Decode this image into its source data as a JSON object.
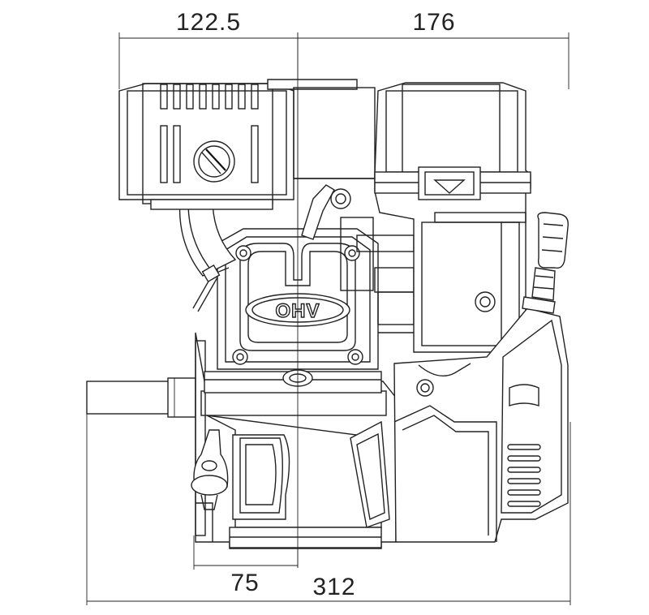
{
  "dimensions": {
    "top_left": "122.5",
    "top_right": "176",
    "bottom_inner": "75",
    "bottom_overall": "312"
  },
  "labels": {
    "valve_cover": "OHV"
  }
}
